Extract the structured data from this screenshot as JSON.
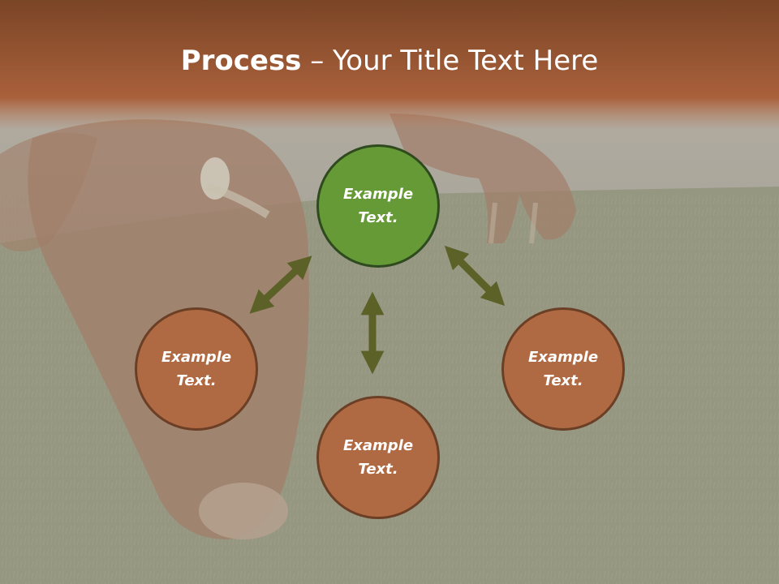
{
  "slide": {
    "title_bold": "Process",
    "title_rest": " – Your Title Text Here"
  },
  "nodes": [
    {
      "id": "top",
      "text": "Example\nText.",
      "color": "#659a36"
    },
    {
      "id": "left",
      "text": "Example\nText.",
      "color": "#b06a43"
    },
    {
      "id": "bottom",
      "text": "Example\nText.",
      "color": "#b06a43"
    },
    {
      "id": "right",
      "text": "Example\nText.",
      "color": "#b06a43"
    }
  ],
  "colors": {
    "title_bar": "#8a4f2e",
    "arrow": "#5c6128",
    "background": "#8e8a7a"
  }
}
